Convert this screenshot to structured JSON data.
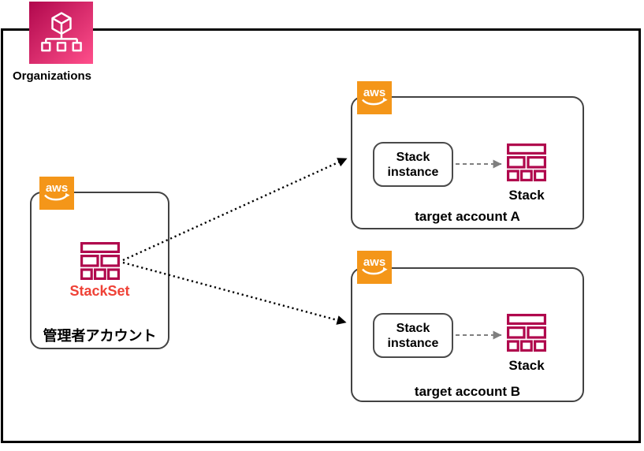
{
  "organizations": {
    "label": "Organizations",
    "icon": "organizations-icon"
  },
  "aws_logo": {
    "text": "aws"
  },
  "admin_account": {
    "account_label": "管理者アカウント",
    "stackset_label": "StackSet",
    "icon": "stackset-icon"
  },
  "target_a": {
    "account_label": "target account A",
    "instance_label": "Stack instance",
    "stack_label": "Stack"
  },
  "target_b": {
    "account_label": "target account B",
    "instance_label": "Stack instance",
    "stack_label": "Stack"
  },
  "connections": [
    {
      "from": "stackset",
      "to": "target-account-a",
      "style": "dotted-black-arrow"
    },
    {
      "from": "stackset",
      "to": "target-account-b",
      "style": "dotted-black-arrow"
    },
    {
      "from": "stack-instance-a",
      "to": "stack-a",
      "style": "dashed-gray-arrow"
    },
    {
      "from": "stack-instance-b",
      "to": "stack-b",
      "style": "dashed-gray-arrow"
    }
  ],
  "colors": {
    "org_gradient_start": "#B0084D",
    "org_gradient_end": "#FF4F8B",
    "aws_orange": "#F49619",
    "stack_pink": "#B0084D",
    "stackset_red": "#EF4136",
    "box_border": "#424242",
    "outer_border": "#000000",
    "gray_arrow": "#7F7F7F"
  }
}
